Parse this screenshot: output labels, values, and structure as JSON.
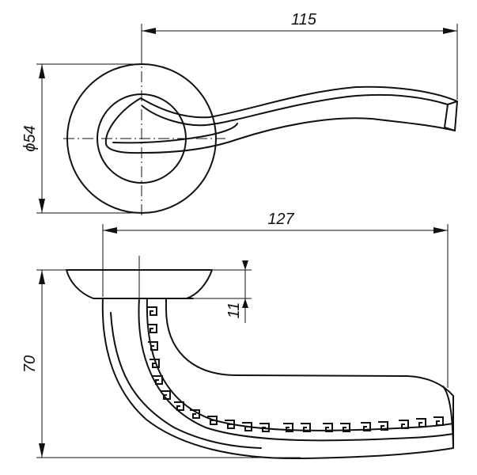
{
  "dimensions": {
    "top_length": "115",
    "rosette_diameter": "ϕ54",
    "side_length": "127",
    "height": "70",
    "rosette_thickness": "11"
  }
}
